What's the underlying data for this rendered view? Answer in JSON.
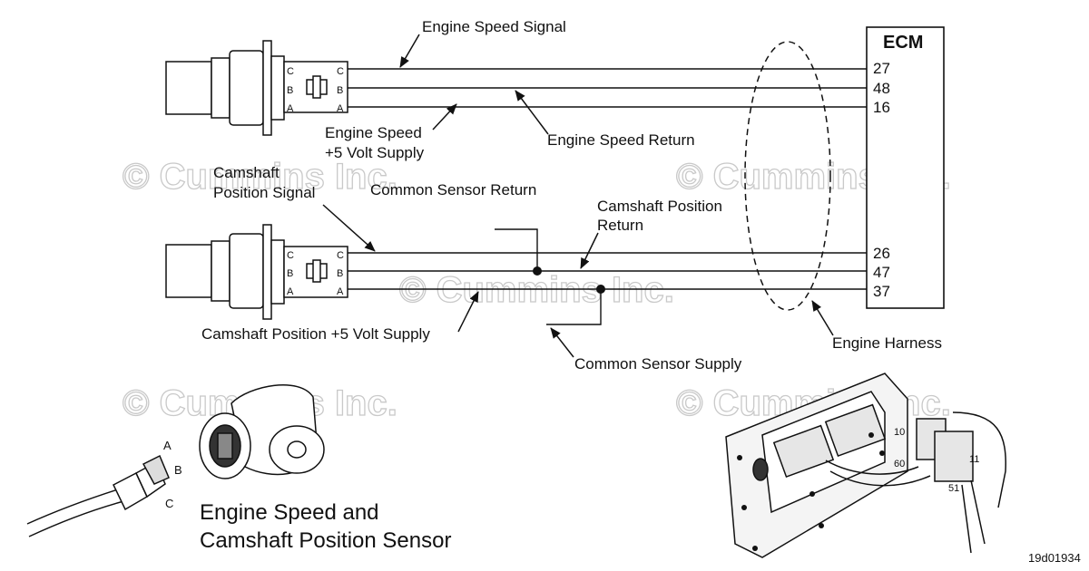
{
  "watermark": "© Cummins Inc.",
  "ecm": {
    "label": "ECM",
    "pins": [
      "27",
      "48",
      "16",
      "26",
      "47",
      "37"
    ]
  },
  "labels": {
    "engine_speed_signal": "Engine Speed Signal",
    "engine_speed_supply_line1": "Engine Speed",
    "engine_speed_supply_line2": "+5 Volt Supply",
    "engine_speed_return": "Engine Speed Return",
    "camshaft_signal_line1": "Camshaft",
    "camshaft_signal_line2": "Position Signal",
    "common_sensor_return": "Common Sensor Return",
    "camshaft_return_line1": "Camshaft Position",
    "camshaft_return_line2": "Return",
    "camshaft_supply": "Camshaft Position +5 Volt Supply",
    "common_sensor_supply": "Common Sensor Supply",
    "engine_harness": "Engine Harness"
  },
  "connector_pins": [
    "C",
    "B",
    "A"
  ],
  "sensor_title_line1": "Engine Speed and",
  "sensor_title_line2": "Camshaft Position Sensor",
  "connector_numbers": [
    "10",
    "60",
    "11",
    "51"
  ],
  "figure_id": "19d01934"
}
